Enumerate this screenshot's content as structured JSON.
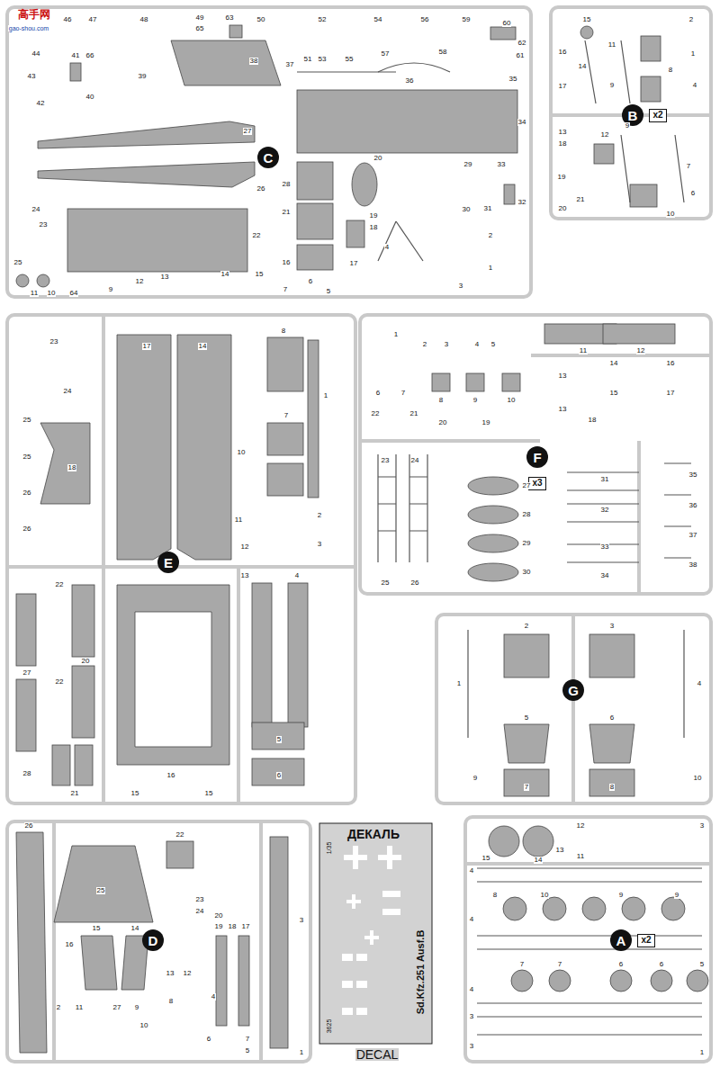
{
  "diagram": {
    "nodes": [
      {
        "text": [
          "C"
        ]
      },
      {
        "text": [
          "B"
        ]
      },
      {
        "text": [
          "x2"
        ]
      },
      {
        "text": [
          "E"
        ]
      },
      {
        "text": [
          "F"
        ]
      },
      {
        "text": [
          "x3"
        ]
      },
      {
        "text": [
          "G"
        ]
      },
      {
        "text": [
          "D"
        ]
      },
      {
        "text": [
          "A"
        ]
      },
      {
        "text": [
          "x2"
        ]
      }
    ],
    "labels": [
      "高手网",
      "gao-shou.com",
      "46",
      "47",
      "48",
      "49",
      "65",
      "63",
      "50",
      "52",
      "54",
      "56",
      "59",
      "60",
      "62",
      "61",
      "44",
      "43",
      "42",
      "41",
      "66",
      "40",
      "39",
      "38",
      "51",
      "53",
      "55",
      "57",
      "58",
      "37",
      "36",
      "35",
      "34",
      "27",
      "26",
      "28",
      "20",
      "29",
      "33",
      "21",
      "19",
      "18",
      "17",
      "30",
      "31",
      "32",
      "16",
      "24",
      "23",
      "25",
      "22",
      "4",
      "2",
      "1",
      "3",
      "11",
      "10",
      "64",
      "9",
      "12",
      "13",
      "14",
      "15",
      "7",
      "6",
      "5",
      "15",
      "2",
      "16",
      "11",
      "1",
      "14",
      "8",
      "9",
      "17",
      "4",
      "13",
      "18",
      "12",
      "9",
      "7",
      "19",
      "6",
      "21",
      "20",
      "10",
      "23",
      "17",
      "14",
      "8",
      "1",
      "24",
      "25",
      "18",
      "25",
      "10",
      "7",
      "26",
      "11",
      "2",
      "26",
      "12",
      "3",
      "16",
      "13",
      "4",
      "22",
      "27",
      "20",
      "22",
      "28",
      "21",
      "15",
      "15",
      "5",
      "6",
      "1",
      "2",
      "3",
      "4",
      "5",
      "11",
      "12",
      "6",
      "7",
      "8",
      "9",
      "10",
      "13",
      "14",
      "16",
      "15",
      "17",
      "13",
      "18",
      "22",
      "21",
      "20",
      "19",
      "23",
      "24",
      "27",
      "28",
      "29",
      "30",
      "25",
      "26",
      "31",
      "32",
      "33",
      "34",
      "35",
      "36",
      "37",
      "38",
      "2",
      "3",
      "1",
      "4",
      "5",
      "6",
      "9",
      "7",
      "8",
      "10",
      "26",
      "22",
      "25",
      "23",
      "24",
      "20",
      "19",
      "18",
      "17",
      "3",
      "15",
      "14",
      "16",
      "13",
      "12",
      "4",
      "2",
      "11",
      "27",
      "9",
      "10",
      "8",
      "6",
      "7",
      "5",
      "1",
      "ДЕКАЛЬ",
      "1/35",
      "Sd.Kfz.251 Ausf.B",
      "3625",
      "DECAL",
      "15",
      "14",
      "12",
      "13",
      "11",
      "3",
      "4",
      "8",
      "10",
      "9",
      "9",
      "4",
      "7",
      "7",
      "6",
      "6",
      "5",
      "4",
      "3",
      "3",
      "1"
    ]
  }
}
